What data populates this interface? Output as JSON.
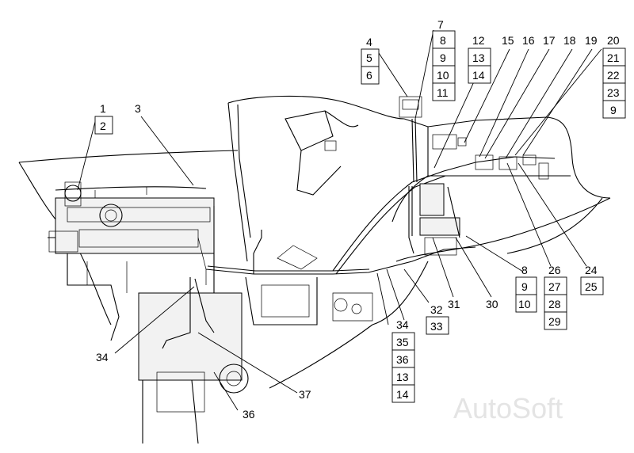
{
  "watermark": "AutoSoft",
  "callouts": {
    "c1": "1",
    "c2": "2",
    "c3": "3",
    "c4": "4",
    "c5": "5",
    "c6": "6",
    "c7": "7",
    "c7b": "8",
    "c7c": "9",
    "c7d": "10",
    "c7e": "11",
    "c12": "12",
    "c12b": "13",
    "c12c": "14",
    "c15": "15",
    "c16": "16",
    "c17": "17",
    "c18": "18",
    "c19": "19",
    "c20": "20",
    "c20b": "21",
    "c20c": "22",
    "c20d": "23",
    "c20e": "9",
    "c24": "24",
    "c25": "25",
    "c26": "26",
    "c27": "27",
    "c28": "28",
    "c29": "29",
    "c8": "8",
    "c9": "9",
    "c10": "10",
    "c30": "30",
    "c31": "31",
    "c32": "32",
    "c33": "33",
    "c34a": "34",
    "c35": "35",
    "c36a": "36",
    "c13": "13",
    "c14": "14",
    "c34b": "34",
    "c37": "37",
    "c36b": "36"
  }
}
